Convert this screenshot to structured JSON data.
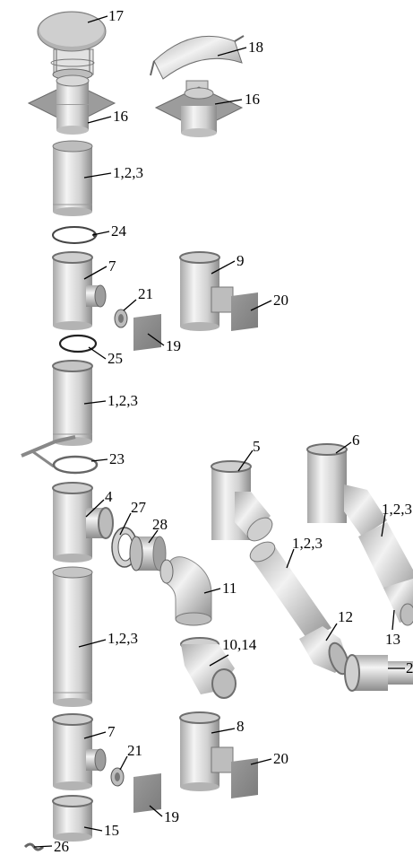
{
  "labels": {
    "l17": "17",
    "l18": "18",
    "l16a": "16",
    "l16b": "16",
    "l123a": "1,2,3",
    "l24": "24",
    "l9": "9",
    "l7a": "7",
    "l21a": "21",
    "l20a": "20",
    "l19a": "19",
    "l25": "25",
    "l123b": "1,2,3",
    "l5": "5",
    "l6": "6",
    "l23": "23",
    "l4": "4",
    "l27": "27",
    "l28": "28",
    "l123c": "1,2,3",
    "l123d": "1,2,3",
    "l11": "11",
    "l12": "12",
    "l1014": "10,14",
    "l123e": "1,2,3",
    "l13": "13",
    "l2x": "2",
    "l8": "8",
    "l7b": "7",
    "l21b": "21",
    "l20b": "20",
    "l19b": "19",
    "l15": "15",
    "l26": "26"
  },
  "colors": {
    "pipe_light": "#ededed",
    "pipe_mid": "#c9c9c9",
    "pipe_dark": "#8f8f8f",
    "ring": "#6f6f6f",
    "line": "#000000"
  }
}
